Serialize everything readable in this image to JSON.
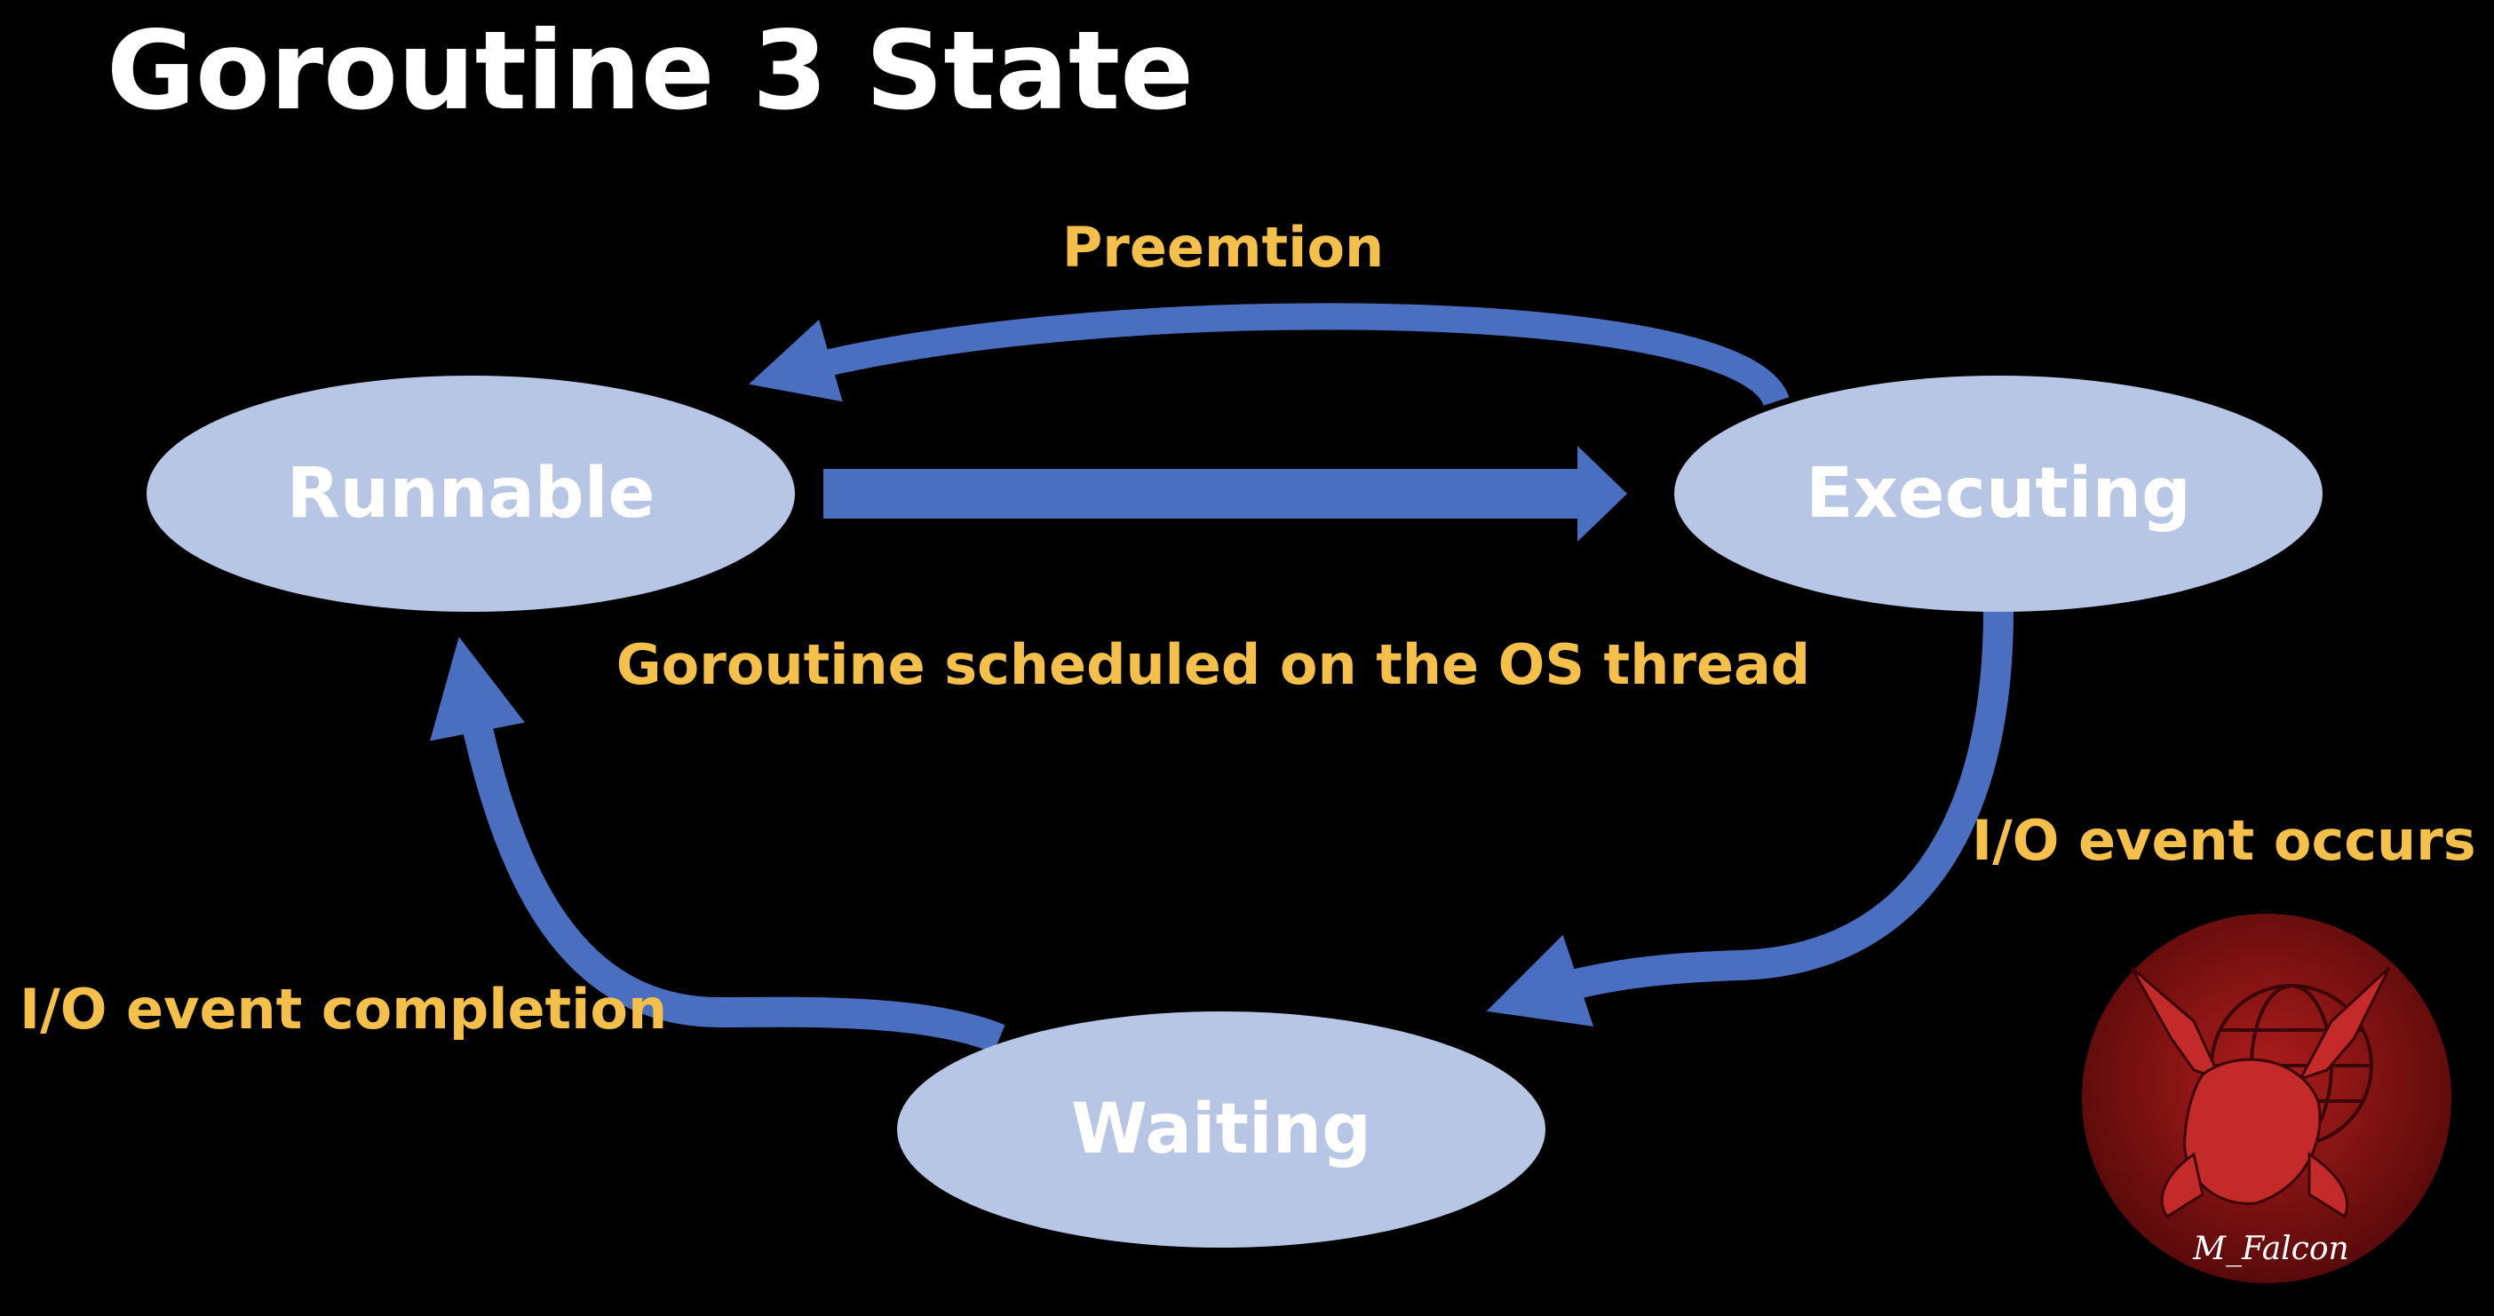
{
  "title": "Goroutine 3 State",
  "nodes": {
    "runnable": "Runnable",
    "executing": "Executing",
    "waiting": "Waiting"
  },
  "edges": {
    "runnable_to_executing": "Goroutine scheduled on the OS thread",
    "executing_to_runnable": "Preemtion",
    "executing_to_waiting": "I/O event occurs",
    "waiting_to_runnable": "I/O event completion"
  },
  "logo": {
    "text": "M_Falcon"
  },
  "colors": {
    "background": "#000000",
    "node_fill": "#b8c6e5",
    "arrow": "#4a6fc1",
    "edge_label": "#f5c04a",
    "text": "#ffffff",
    "logo_red": "#8a1414"
  }
}
